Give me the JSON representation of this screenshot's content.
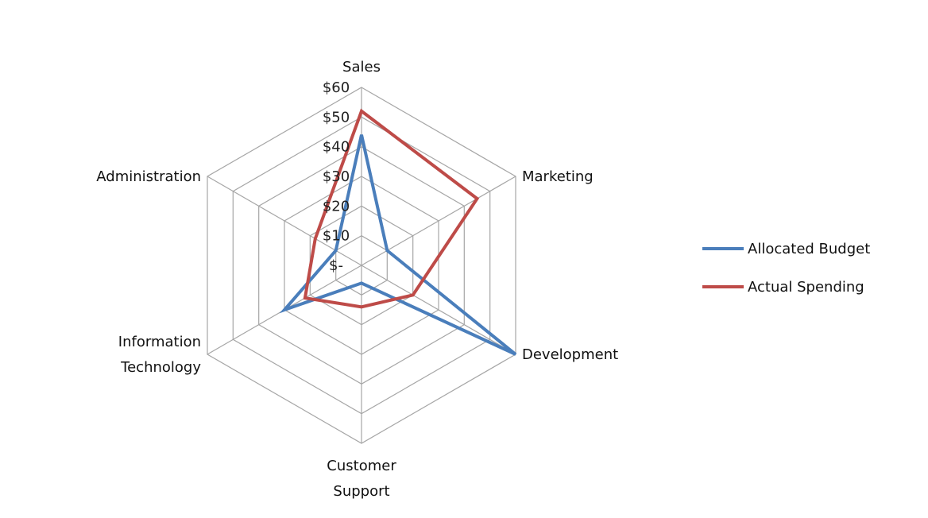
{
  "chart_data": {
    "type": "radar",
    "categories": [
      [
        "Sales"
      ],
      [
        "Marketing"
      ],
      [
        "Development"
      ],
      [
        "Customer",
        "Support"
      ],
      [
        "Information",
        "Technology"
      ],
      [
        "Administration"
      ]
    ],
    "radial_ticks": [
      "$-",
      "$10",
      "$20",
      "$30",
      "$40",
      "$50",
      "$60"
    ],
    "radial_range": [
      0,
      60
    ],
    "grid": true,
    "legend_position": "right",
    "series": [
      {
        "name": "Allocated Budget",
        "color": "#4A7EBB",
        "values": [
          44,
          10,
          60,
          6,
          30,
          10
        ]
      },
      {
        "name": "Actual Spending",
        "color": "#BE4B48",
        "values": [
          52,
          45,
          20,
          14,
          22,
          18
        ]
      }
    ]
  }
}
